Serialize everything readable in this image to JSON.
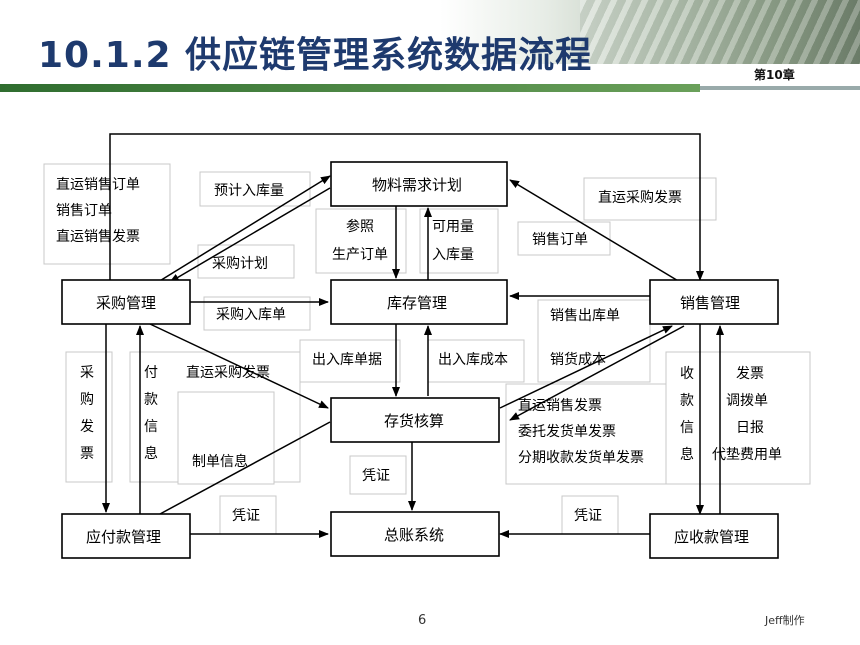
{
  "header": {
    "title": "10.1.2  供应链管理系统数据流程",
    "chapter": "第10章"
  },
  "nodes": {
    "mrp": "物料需求计划",
    "purchase": "采购管理",
    "inventory": "库存管理",
    "sales": "销售管理",
    "costing": "存货核算",
    "payable": "应付款管理",
    "ledger": "总账系统",
    "receivable": "应收款管理"
  },
  "labels": {
    "sales_docs": [
      "直运销售订单",
      "销售订单",
      "直运销售发票"
    ],
    "est_inbound": "预计入库量",
    "purchase_plan": "采购计划",
    "ref_prod_order": [
      "参照",
      "生产订单"
    ],
    "avail_inbound": [
      "可用量",
      "入库量"
    ],
    "direct_purchase_invoice_top": "直运采购发票",
    "sales_order": "销售订单",
    "purchase_inbound": "采购入库单",
    "sales_outbound": "销售出库单",
    "purchase_invoice_vertical": [
      "采",
      "购",
      "发",
      "票"
    ],
    "payment_info_vertical": [
      "付",
      "款",
      "信",
      "息"
    ],
    "direct_purchase_invoice_mid": "直运采购发票",
    "inout_doc_data": "出入库单据",
    "inout_cost": "出入库成本",
    "sales_cost": "销货成本",
    "sales_invoices": [
      "直运销售发票",
      "委托发货单发票",
      "分期收款发货单发票"
    ],
    "voucher_info": "制单信息",
    "receipt_info_vertical": [
      "收",
      "款",
      "信",
      "息"
    ],
    "right_docs": [
      "发票",
      "调拨单",
      "日报",
      "代垫费用单"
    ],
    "voucher_mid": "凭证",
    "voucher_left": "凭证",
    "voucher_right": "凭证"
  },
  "footer": {
    "page_number": "6",
    "author": "Jeff制作"
  }
}
